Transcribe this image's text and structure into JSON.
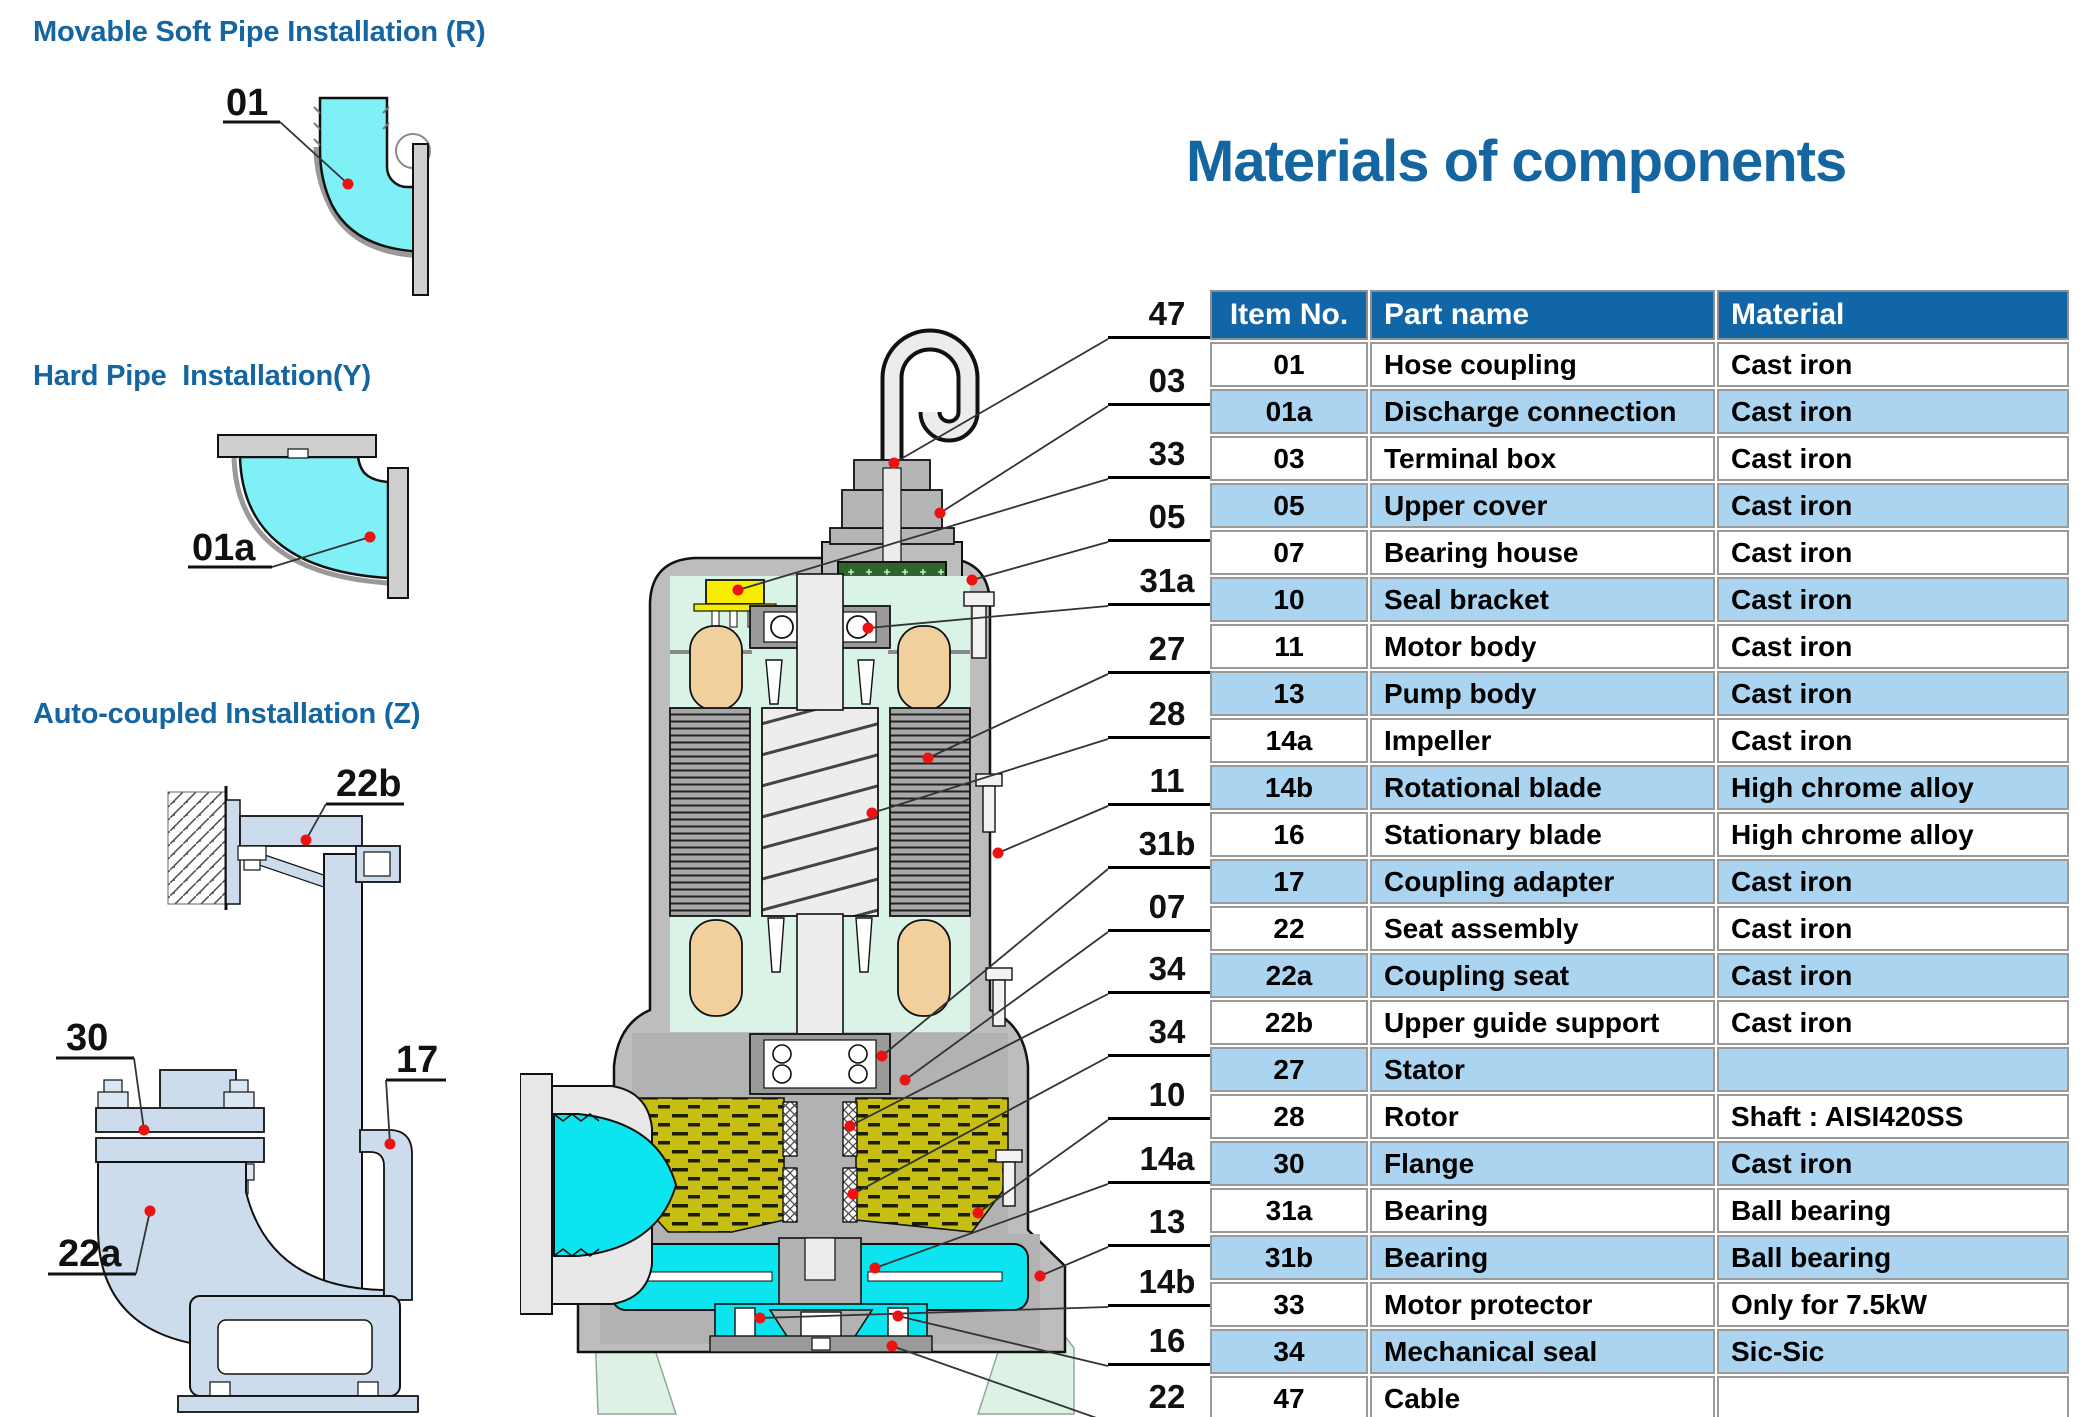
{
  "colors": {
    "accent_blue": "#1465a0",
    "table_header_bg": "#1166a8",
    "table_alt_row": "#aad4f0",
    "pipe_cyan": "#7ff0f6",
    "pump_cyan": "#0ce4f0",
    "oil_yellow": "#c6be12",
    "mint_interior": "#d9f3e6",
    "steel_blue_part": "#ccdcec",
    "winding_tan": "#f1d09e",
    "terminal_green": "#2c642c",
    "protector_yellow": "#f6ec00",
    "red_marker": "#ec1212"
  },
  "sections": {
    "soft_pipe": {
      "title": "Movable Soft Pipe Installation (R)",
      "labels": [
        "01"
      ]
    },
    "hard_pipe": {
      "title": "Hard Pipe  Installation(Y)",
      "labels": [
        "01a"
      ]
    },
    "auto_coupled": {
      "title": "Auto-coupled Installation (Z)",
      "labels": [
        "22b",
        "30",
        "17",
        "22a"
      ]
    }
  },
  "pump": {
    "labels": [
      "47",
      "03",
      "33",
      "05",
      "31a",
      "27",
      "28",
      "11",
      "31b",
      "07",
      "34",
      "34",
      "10",
      "14a",
      "13",
      "14b",
      "16",
      "22"
    ]
  },
  "materials": {
    "title": "Materials of components",
    "columns": [
      "Item No.",
      "Part name",
      "Material"
    ],
    "rows": [
      [
        "01",
        "Hose coupling",
        "Cast iron"
      ],
      [
        "01a",
        "Discharge connection",
        "Cast iron"
      ],
      [
        "03",
        "Terminal box",
        "Cast iron"
      ],
      [
        "05",
        "Upper cover",
        "Cast iron"
      ],
      [
        "07",
        "Bearing house",
        "Cast iron"
      ],
      [
        "10",
        "Seal bracket",
        "Cast iron"
      ],
      [
        "11",
        "Motor body",
        "Cast iron"
      ],
      [
        "13",
        "Pump body",
        "Cast iron"
      ],
      [
        "14a",
        "Impeller",
        "Cast iron"
      ],
      [
        "14b",
        "Rotational blade",
        "High chrome alloy"
      ],
      [
        "16",
        "Stationary blade",
        "High chrome alloy"
      ],
      [
        "17",
        "Coupling adapter",
        "Cast iron"
      ],
      [
        "22",
        "Seat assembly",
        "Cast iron"
      ],
      [
        "22a",
        "Coupling seat",
        "Cast iron"
      ],
      [
        "22b",
        "Upper guide support",
        "Cast iron"
      ],
      [
        "27",
        "Stator",
        ""
      ],
      [
        "28",
        "Rotor",
        "Shaft : AISI420SS"
      ],
      [
        "30",
        "Flange",
        "Cast iron"
      ],
      [
        "31a",
        "Bearing",
        "Ball bearing"
      ],
      [
        "31b",
        "Bearing",
        "Ball bearing"
      ],
      [
        "33",
        "Motor protector",
        "Only for 7.5kW"
      ],
      [
        "34",
        "Mechanical seal",
        "Sic-Sic"
      ],
      [
        "47",
        "Cable",
        ""
      ]
    ]
  }
}
